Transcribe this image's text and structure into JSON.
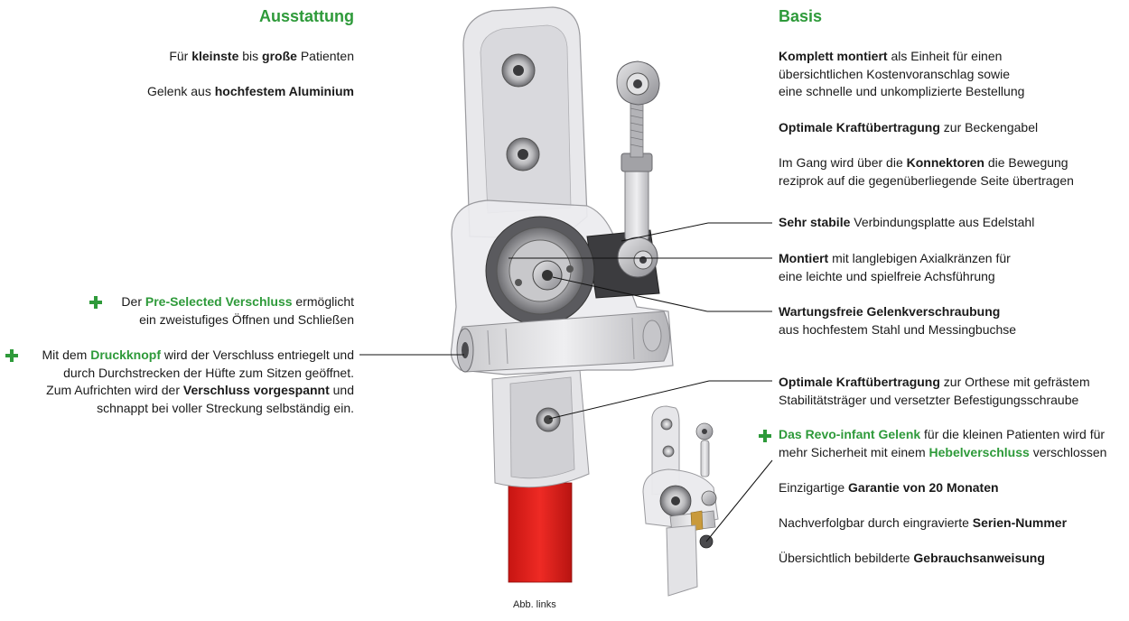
{
  "left_column": {
    "heading": "Ausstattung",
    "items": [
      {
        "segments": [
          "Für ",
          "kleinste",
          " bis ",
          "große",
          " Patienten"
        ]
      },
      {
        "segments": [
          "Gelenk aus ",
          "hochfestem Aluminium"
        ]
      },
      {
        "plus": true,
        "segments": [
          "Der ",
          "Pre-Selected Verschluss",
          " ermöglicht",
          "ein zweistufiges Öffnen und Schließen"
        ]
      },
      {
        "plus": true,
        "segments": [
          "Mit dem ",
          "Druckknopf",
          " wird der Verschluss entriegelt und",
          "durch Durchstrecken der Hüfte zum Sitzen geöffnet.",
          "Zum Aufrichten wird der ",
          "Verschluss vorgespannt",
          " und",
          "schnappt bei voller Streckung selbständig ein."
        ]
      }
    ]
  },
  "right_column": {
    "heading": "Basis",
    "items": [
      {
        "segments": [
          "Komplett montiert",
          " als Einheit für einen",
          "übersichtlichen Kostenvoranschlag sowie",
          "eine schnelle und unkomplizierte Bestellung"
        ]
      },
      {
        "segments": [
          "Optimale Kraftübertragung",
          " zur Beckengabel"
        ]
      },
      {
        "segments": [
          "Im Gang wird über die ",
          "Konnektoren",
          " die Bewegung",
          "reziprok auf die gegenüberliegende Seite übertragen"
        ]
      },
      {
        "segments": [
          "Sehr stabile",
          " Verbindungsplatte aus Edelstahl"
        ]
      },
      {
        "segments": [
          "Montiert",
          " mit langlebigen Axialkränzen für",
          "eine leichte und spielfreie Achsführung"
        ]
      },
      {
        "segments": [
          "Wartungsfreie Gelenkverschraubung",
          "aus hochfestem Stahl und Messingbuchse"
        ]
      },
      {
        "segments": [
          "Optimale Kraftübertragung",
          " zur Orthese mit gefrästem",
          "Stabilitätsträger und versetzter Befestigungsschraube"
        ]
      },
      {
        "plus": true,
        "segments": [
          "Das Revo-infant Gelenk",
          " für die kleinen Patienten wird für",
          "mehr Sicherheit mit einem ",
          "Hebelverschluss",
          " verschlossen"
        ]
      },
      {
        "segments": [
          "Einzigartige ",
          "Garantie von 20 Monaten"
        ]
      },
      {
        "segments": [
          "Nachverfolgbar durch eingravierte ",
          "Serien-Nummer"
        ]
      },
      {
        "segments": [
          "Übersichtlich bebilderte ",
          "Gebrauchsanweisung"
        ]
      }
    ]
  },
  "caption": "Abb. links",
  "colors": {
    "accent_green": "#2e9a3a",
    "red_bar": "#e0201b",
    "text": "#1a1a1a"
  }
}
